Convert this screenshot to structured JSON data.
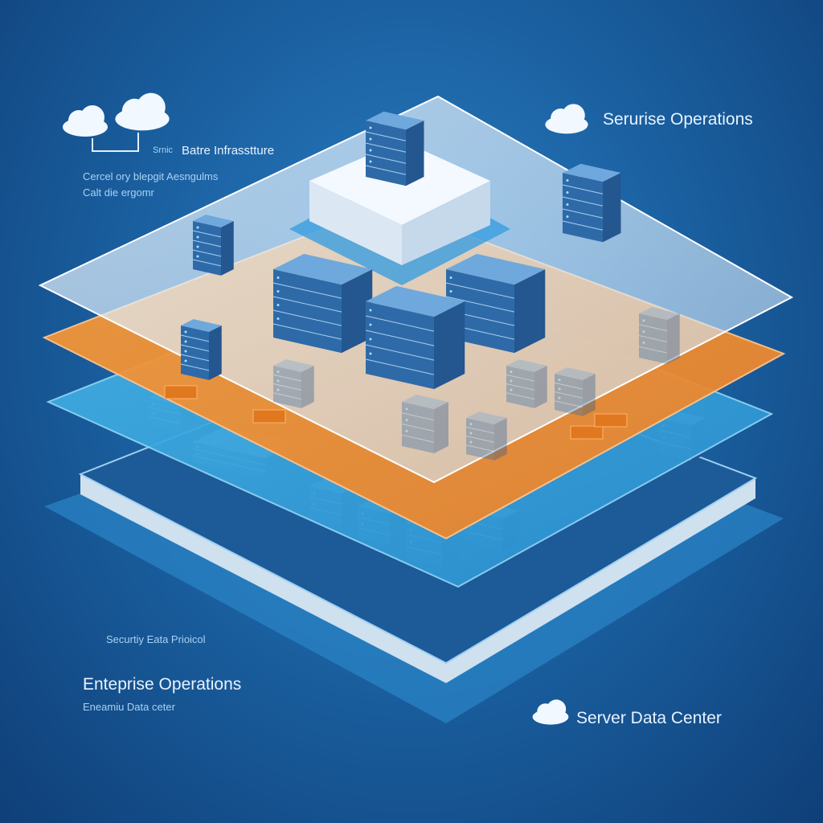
{
  "labels": {
    "top_right_title": "Serurise Operations",
    "top_left_prefix": "Srnic",
    "top_left_title": "Batre Infrasstture",
    "top_left_line1": "Cercel ory blepgit Aesngulms",
    "top_left_line2": "Calt die ergomr",
    "bottom_left_caption": "Securtiy Eata Prioicol",
    "bottom_left_title": "Enteprise Operations",
    "bottom_left_sub": "Eneamiu Data ceter",
    "bottom_right_title": "Server Data Center"
  },
  "colors": {
    "background": "#1a5f9f",
    "glass_layer": "#dcefff",
    "orange_layer": "#f0923a",
    "cyan_layer": "#3aa8df",
    "base_layer": "#1d5a98",
    "server": "#3f7fc0"
  },
  "icons": [
    "cloud-icon",
    "server-rack-icon",
    "arrow-icon"
  ]
}
